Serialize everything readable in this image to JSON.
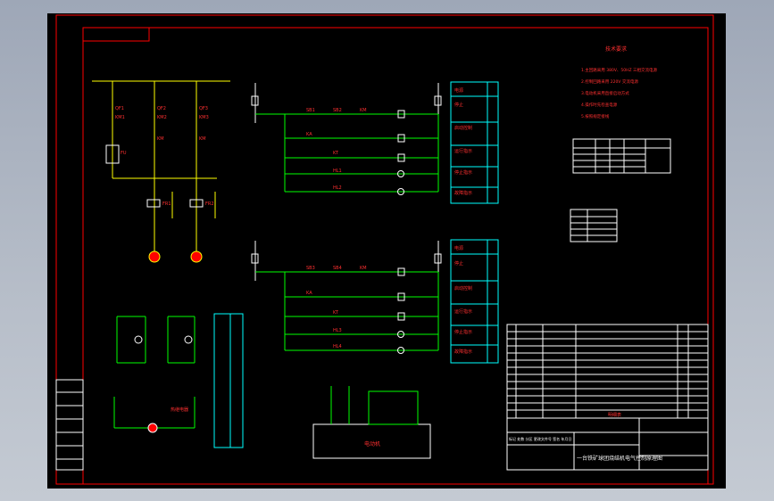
{
  "drawing": {
    "tech_title": "技术要求",
    "tech_notes": [
      "1.主回路采用 380V、50HZ 三相交流电源",
      "2.控制回路采用 220V 交流电源",
      "3.电动机采用直接启动方式",
      "4.操作时先检查电源",
      "5.按照规定接线"
    ],
    "title_block_name": "一台铁矿球团烧结机电气控制原理图",
    "bom_label": "明细表",
    "machine_label": "电动机",
    "rev_label": "标记 处数 分区 更改文件号 签名 年月日",
    "heat_label": "热继电器"
  },
  "colors": {
    "background": "#000000",
    "frame": "#ff0000",
    "wire_green": "#00ff00",
    "wire_yellow": "#ffff00",
    "component_white": "#ffffff",
    "panel_cyan": "#00ffff",
    "label_red": "#ff3030",
    "label_yellow": "#ffff00"
  }
}
